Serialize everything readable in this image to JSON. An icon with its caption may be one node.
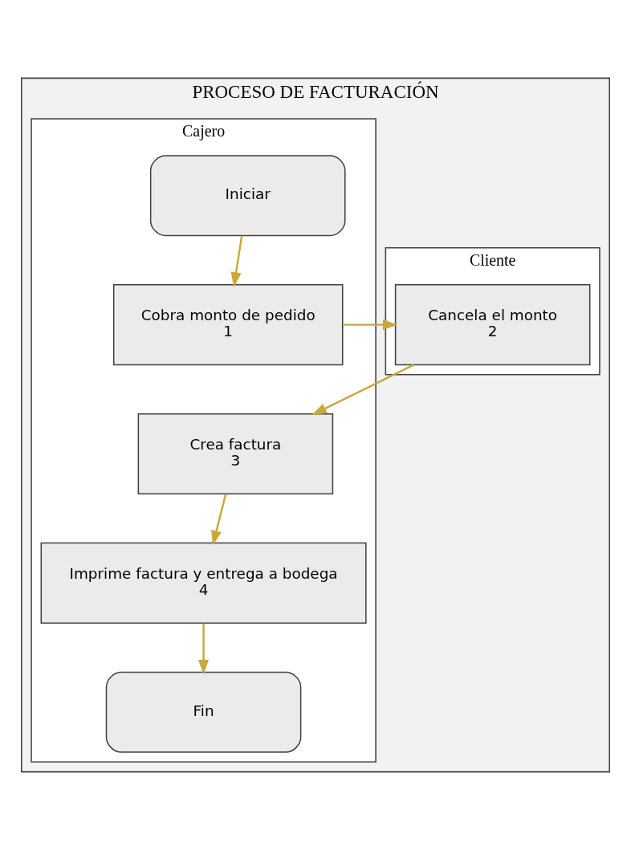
{
  "diagram": {
    "nodes": [
      {
        "text": [
          "PROCESO DE FACTURACIÓN"
        ]
      },
      {
        "text": [
          "Cliente"
        ],
        "in": 0
      },
      {
        "text": [
          "Cajero"
        ],
        "in": 0
      },
      {
        "text": [
          "Iniciar"
        ],
        "in": 2
      },
      {
        "text": [
          "Cancela el monto",
          "2"
        ],
        "in": 1
      },
      {
        "text": [
          "Cobra monto de pedido",
          "1"
        ],
        "in": 2
      },
      {
        "text": [
          "Crea factura",
          "3"
        ],
        "in": 2
      },
      {
        "text": [
          "Imprime factura y entrega a bodega",
          "4"
        ],
        "in": 2
      },
      {
        "text": [
          "Fin"
        ],
        "in": 2
      }
    ],
    "edges": [
      {
        "from": 3,
        "to": 5,
        "arrow": "to"
      },
      {
        "from": 5,
        "to": 4,
        "arrow": "to"
      },
      {
        "from": 4,
        "to": 6,
        "arrow": "to"
      },
      {
        "from": 6,
        "to": 7,
        "arrow": "to"
      },
      {
        "from": 7,
        "to": 8,
        "arrow": "to"
      }
    ]
  }
}
